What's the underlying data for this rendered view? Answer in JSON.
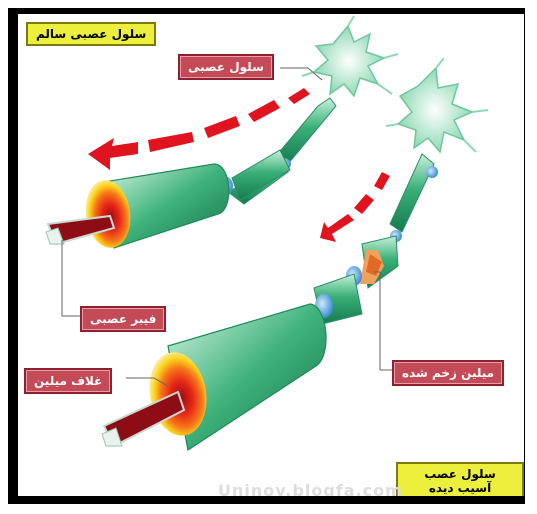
{
  "labels": {
    "healthy_cell": "سلول عصبی سالم",
    "nerve_cell": "سلول عصبی",
    "nerve_fiber": "فیبر عصبی",
    "myelin_sheath": "غلاف میلین",
    "damaged_myelin": "میلین زخم شده",
    "damaged_cell": "سلول عصب آسیب دیده"
  },
  "watermark": "Uninov.blogfa.com",
  "colors": {
    "frame": "#000000",
    "red_label_bg": "#c54a57",
    "yellow_label_bg": "#ecef3c",
    "axon_green": "#3bb07a",
    "arrow_red": "#e0141e",
    "node_blue": "#5aa6e0"
  }
}
